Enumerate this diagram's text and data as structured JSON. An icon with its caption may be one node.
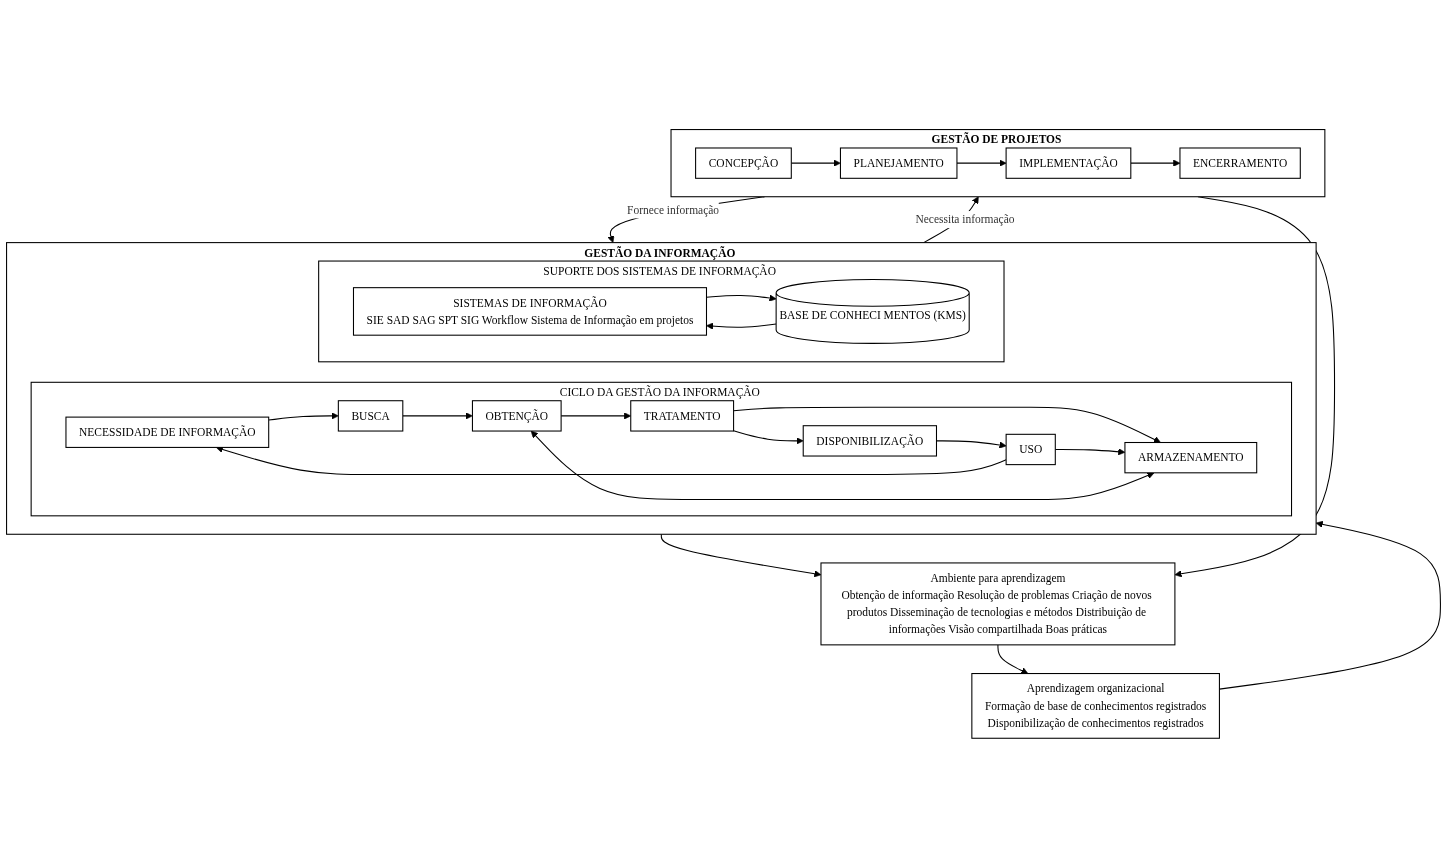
{
  "diagram": {
    "nodes": [
      {
        "text": [
          "GESTÃO DA INFORMAÇÃO"
        ]
      },
      {
        "text": [
          "CICLO DA GESTÃO DA INFORMAÇÃO"
        ],
        "in": 0
      },
      {
        "text": [
          "NECESSIDADE DE INFORMAÇÃO"
        ],
        "in": 1
      },
      {
        "text": [
          "BUSCA"
        ],
        "in": 1
      },
      {
        "text": [
          "ARMAZENAMENTO"
        ],
        "in": 1
      },
      {
        "text": [
          "OBTENÇÃO"
        ],
        "in": 1
      },
      {
        "text": [
          "TRATAMENTO"
        ],
        "in": 1
      },
      {
        "text": [
          "USO"
        ],
        "in": 1
      },
      {
        "text": [
          "DISPONIBILIZAÇÃO"
        ],
        "in": 1
      },
      {
        "text": [
          "SUPORTE DOS SISTEMAS DE INFORMAÇÃO"
        ],
        "in": 0
      },
      {
        "text": [
          "SISTEMAS DE INFORMAÇÃO",
          "SIE SAD SAG SPT SIG Workflow Sistema de Informação em projetos"
        ],
        "in": 9
      },
      {
        "text": [
          "BASE DE CONHECI MENTOS (KMS)"
        ],
        "in": 9
      },
      {
        "text": [
          "GESTÃO DE PROJETOS"
        ]
      },
      {
        "text": [
          "CONCEPÇÃO"
        ],
        "in": 12
      },
      {
        "text": [
          "PLANEJAMENTO"
        ],
        "in": 12
      },
      {
        "text": [
          "ENCERRAMENTO"
        ],
        "in": 12
      },
      {
        "text": [
          "IMPLEMENTAÇÃO"
        ],
        "in": 12
      },
      {
        "text": [
          "Ambiente para aprendizagem",
          "Obtenção de informação Resolução de problemas Criação de novos produtos Disseminação de tecnologias e métodos Distribuição de informações Visão compartilhada Boas práticas"
        ]
      },
      {
        "text": [
          "Aprendizagem organizacional",
          "Formação de base de conhecimentos registrados",
          "Disponibilização de conhecimentos registrados"
        ]
      }
    ],
    "edges": [
      {
        "from": 2,
        "to": 3,
        "arrow": "to"
      },
      {
        "from": 3,
        "to": 5,
        "arrow": "to"
      },
      {
        "from": 4,
        "to": 5,
        "arrow": "both"
      },
      {
        "from": 5,
        "to": 6,
        "arrow": "to"
      },
      {
        "from": 6,
        "to": 4,
        "arrow": "to"
      },
      {
        "from": 6,
        "to": 8,
        "arrow": "to"
      },
      {
        "from": 8,
        "to": 7,
        "arrow": "to"
      },
      {
        "from": 7,
        "to": 4,
        "arrow": "to"
      },
      {
        "from": 7,
        "to": 2,
        "arrow": "to"
      },
      {
        "from": 10,
        "to": 11,
        "arrow": "to"
      },
      {
        "from": 11,
        "to": 10,
        "arrow": "to"
      },
      {
        "from": 0,
        "to": 12,
        "arrow": "to",
        "label": "Necessita informação"
      },
      {
        "from": 12,
        "to": 0,
        "arrow": "to",
        "label": "Fornece informação"
      },
      {
        "from": 0,
        "to": 17,
        "arrow": "to"
      },
      {
        "from": 12,
        "to": 17,
        "arrow": "to"
      },
      {
        "from": 13,
        "to": 14,
        "arrow": "to"
      },
      {
        "from": 14,
        "to": 16,
        "arrow": "to"
      },
      {
        "from": 16,
        "to": 15,
        "arrow": "to"
      },
      {
        "from": 17,
        "to": 18,
        "arrow": "to"
      },
      {
        "from": 18,
        "to": 0,
        "arrow": "to"
      }
    ]
  }
}
